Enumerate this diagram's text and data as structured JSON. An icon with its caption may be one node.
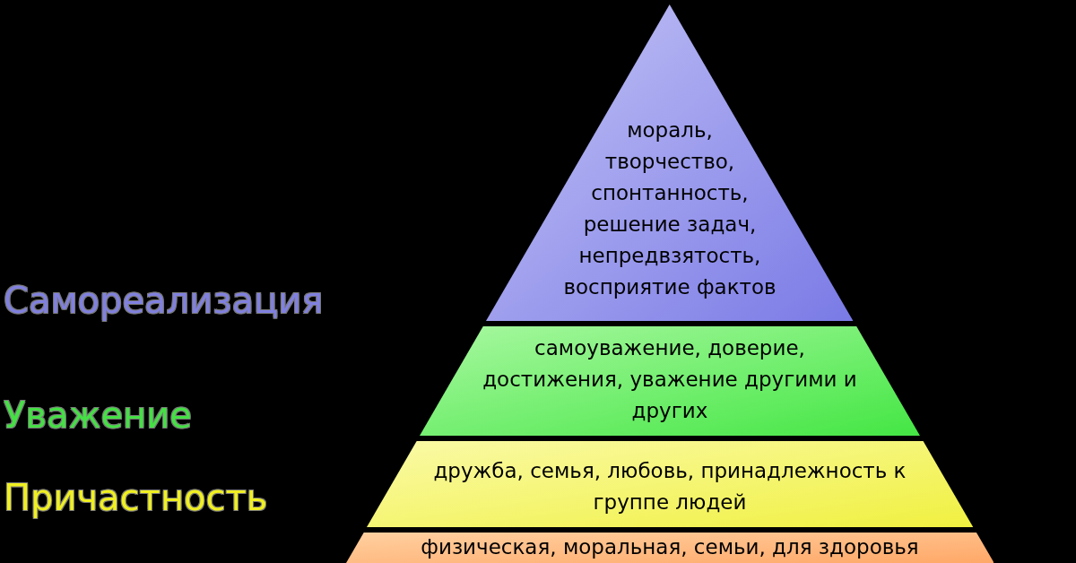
{
  "diagram": {
    "nodes": [
      {
        "text": [
          "мораль, творчество, спонтанность, решение задач, непредвзятость, восприятие фактов"
        ]
      },
      {
        "text": [
          "самоуважение, доверие, достижения, уважение другими и других"
        ]
      },
      {
        "text": [
          "дружба, семья, любовь, принадлежность к группе людей"
        ]
      },
      {
        "text": [
          "физическая, моральная, семьи, для здоровья"
        ]
      }
    ],
    "labels": [
      "Самореализация",
      "Уважение",
      "Причастность"
    ]
  }
}
